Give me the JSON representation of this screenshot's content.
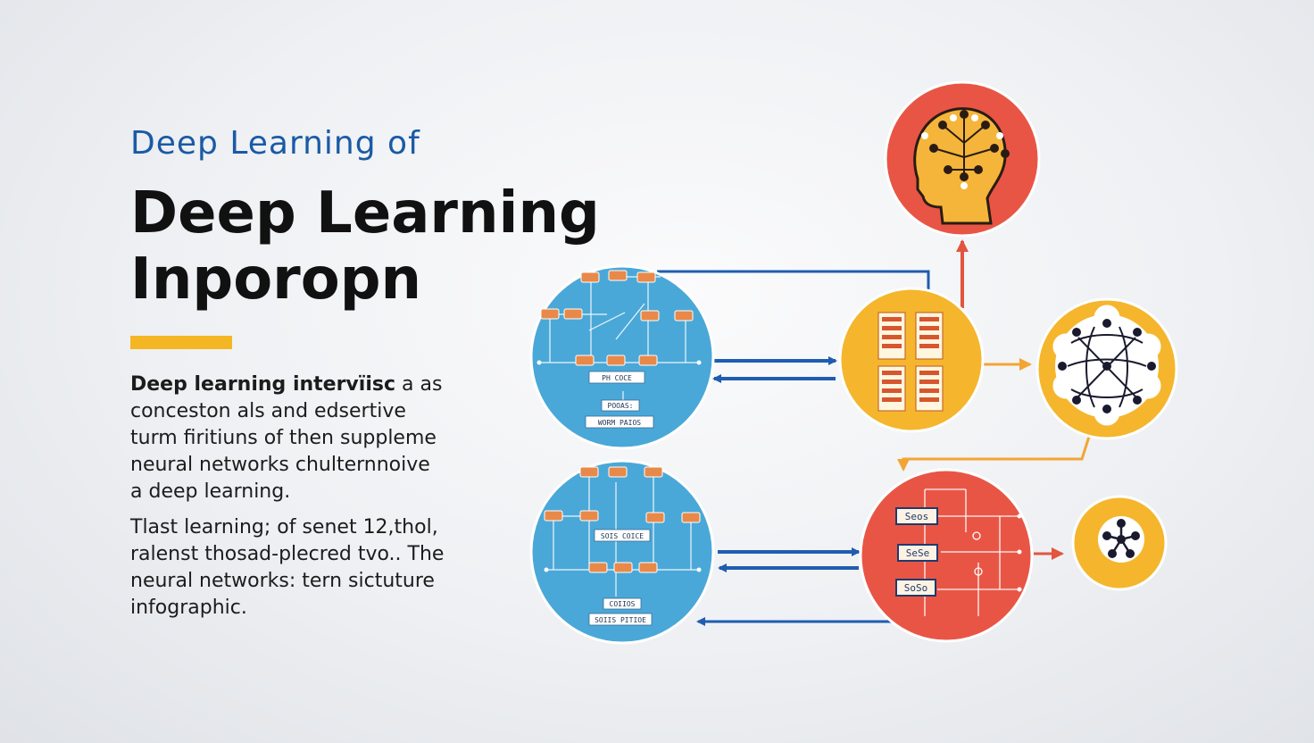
{
  "header": {
    "subtitle": "Deep Learning of",
    "title_line1": "Deep Learning",
    "title_line2": "Inporopn"
  },
  "body": {
    "para1_lead": "Deep learning intervïisc",
    "para1_rest": " a as\nconceston als and edsertive\nturm firitiuns of then suppleme\nneural networks  chulternnoive\na deep learning.",
    "para2": "Tlast learning; of senet 12,thol,\nralenst thosad-plecred tvo.. The\nneural networks: tern sictuture\ninfographic."
  },
  "diagram": {
    "node_labels": {
      "top_circle_tag1": "PH  COCE",
      "top_circle_tag2": "POOAS:",
      "top_circle_tag3": "WORM  PAIOS",
      "bottom_circle_tag1": "SOIS  COICE",
      "bottom_circle_tag2": "COIIOS",
      "bottom_circle_tag3": "SOIIS  PITIOE",
      "red_box1": "Seos",
      "red_box2": "SeSe",
      "red_box3": "SoSo"
    }
  },
  "colors": {
    "accent": "#f5b623",
    "blue_circle": "#4aa8d8",
    "yellow_circle": "#f5b62d",
    "red_circle": "#e95545",
    "arrow_blue": "#1f5db0",
    "arrow_orange": "#f3a534",
    "arrow_red": "#e2553f",
    "subtitle": "#1a5aa6"
  },
  "icons": {
    "brain_head": "head-brain-icon",
    "network_globe": "neural-network-icon",
    "small_graph": "graph-nodes-icon"
  }
}
